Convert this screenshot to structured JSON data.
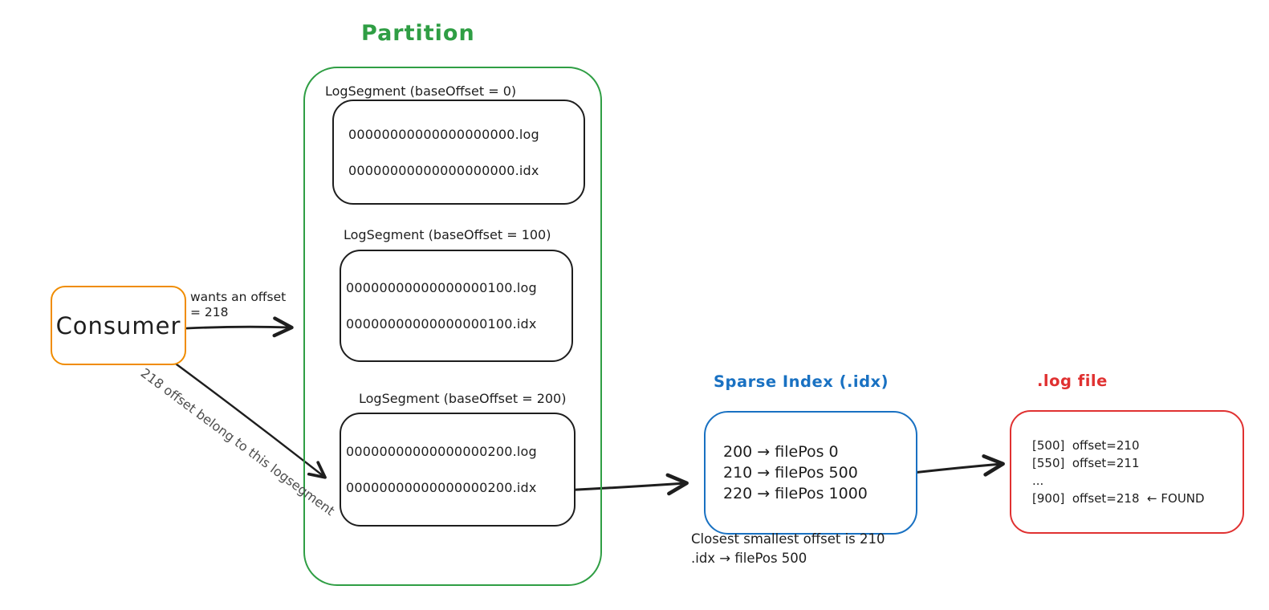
{
  "colors": {
    "green": "#2f9e44",
    "orange": "#f08c00",
    "blue": "#1971c2",
    "red": "#e03131",
    "ink": "#1e1e1e"
  },
  "partition": {
    "title": "Partition",
    "segments": [
      {
        "label": "LogSegment (baseOffset = 0)",
        "files": [
          "00000000000000000000.log",
          "00000000000000000000.idx"
        ]
      },
      {
        "label": "LogSegment (baseOffset = 100)",
        "files": [
          "00000000000000000100.log",
          "00000000000000000100.idx"
        ]
      },
      {
        "label": "LogSegment (baseOffset = 200)",
        "files": [
          "00000000000000000200.log",
          "00000000000000000200.idx"
        ]
      }
    ]
  },
  "consumer": {
    "label": "Consumer"
  },
  "arrows": {
    "wants_offset_line1": "wants an offset",
    "wants_offset_line2": "= 218",
    "belongs_label": "218 offset belong to this logsegment"
  },
  "sparse_index": {
    "title": "Sparse Index (.idx)",
    "entries": [
      "200 → filePos 0",
      "210 → filePos 500",
      "220 → filePos 1000"
    ],
    "caption_line1": "Closest smallest offset is 210",
    "caption_line2": ".idx → filePos 500"
  },
  "log_file": {
    "title": ".log file",
    "entries": [
      "[500]  offset=210",
      "[550]  offset=211",
      "...",
      "[900]  offset=218  ← FOUND"
    ]
  }
}
